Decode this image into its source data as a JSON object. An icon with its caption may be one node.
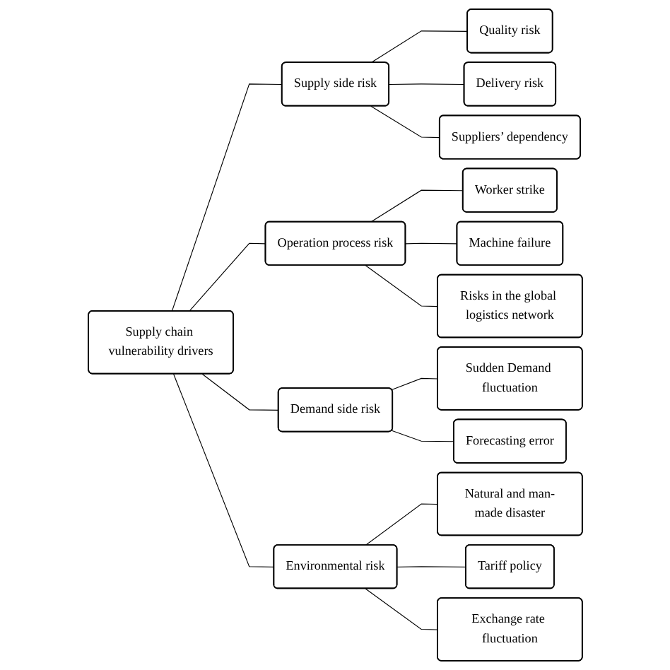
{
  "diagram": {
    "nodes": [
      {
        "text": [
          "Supply chain vulnerability drivers"
        ]
      },
      {
        "text": [
          "Supply side risk"
        ]
      },
      {
        "text": [
          "Quality risk"
        ]
      },
      {
        "text": [
          "Delivery risk"
        ]
      },
      {
        "text": [
          "Suppliers’ dependency"
        ]
      },
      {
        "text": [
          "Operation process risk"
        ]
      },
      {
        "text": [
          "Worker strike"
        ]
      },
      {
        "text": [
          "Machine failure"
        ]
      },
      {
        "text": [
          "Risks in the global logistics network"
        ]
      },
      {
        "text": [
          "Demand side risk"
        ]
      },
      {
        "text": [
          "Sudden Demand fluctuation"
        ]
      },
      {
        "text": [
          "Forecasting error"
        ]
      },
      {
        "text": [
          "Environmental risk"
        ]
      },
      {
        "text": [
          "Natural and man-made disaster"
        ]
      },
      {
        "text": [
          "Tariff policy"
        ]
      },
      {
        "text": [
          "Exchange rate fluctuation"
        ]
      }
    ],
    "edges": [
      {
        "from": 0,
        "to": 1,
        "arrow": "none"
      },
      {
        "from": 0,
        "to": 5,
        "arrow": "none"
      },
      {
        "from": 0,
        "to": 9,
        "arrow": "none"
      },
      {
        "from": 0,
        "to": 12,
        "arrow": "none"
      },
      {
        "from": 1,
        "to": 2,
        "arrow": "none"
      },
      {
        "from": 1,
        "to": 3,
        "arrow": "none"
      },
      {
        "from": 1,
        "to": 4,
        "arrow": "none"
      },
      {
        "from": 5,
        "to": 6,
        "arrow": "none"
      },
      {
        "from": 5,
        "to": 7,
        "arrow": "none"
      },
      {
        "from": 5,
        "to": 8,
        "arrow": "none"
      },
      {
        "from": 9,
        "to": 10,
        "arrow": "none"
      },
      {
        "from": 9,
        "to": 11,
        "arrow": "none"
      },
      {
        "from": 12,
        "to": 13,
        "arrow": "none"
      },
      {
        "from": 12,
        "to": 14,
        "arrow": "none"
      },
      {
        "from": 12,
        "to": 15,
        "arrow": "none"
      }
    ]
  }
}
